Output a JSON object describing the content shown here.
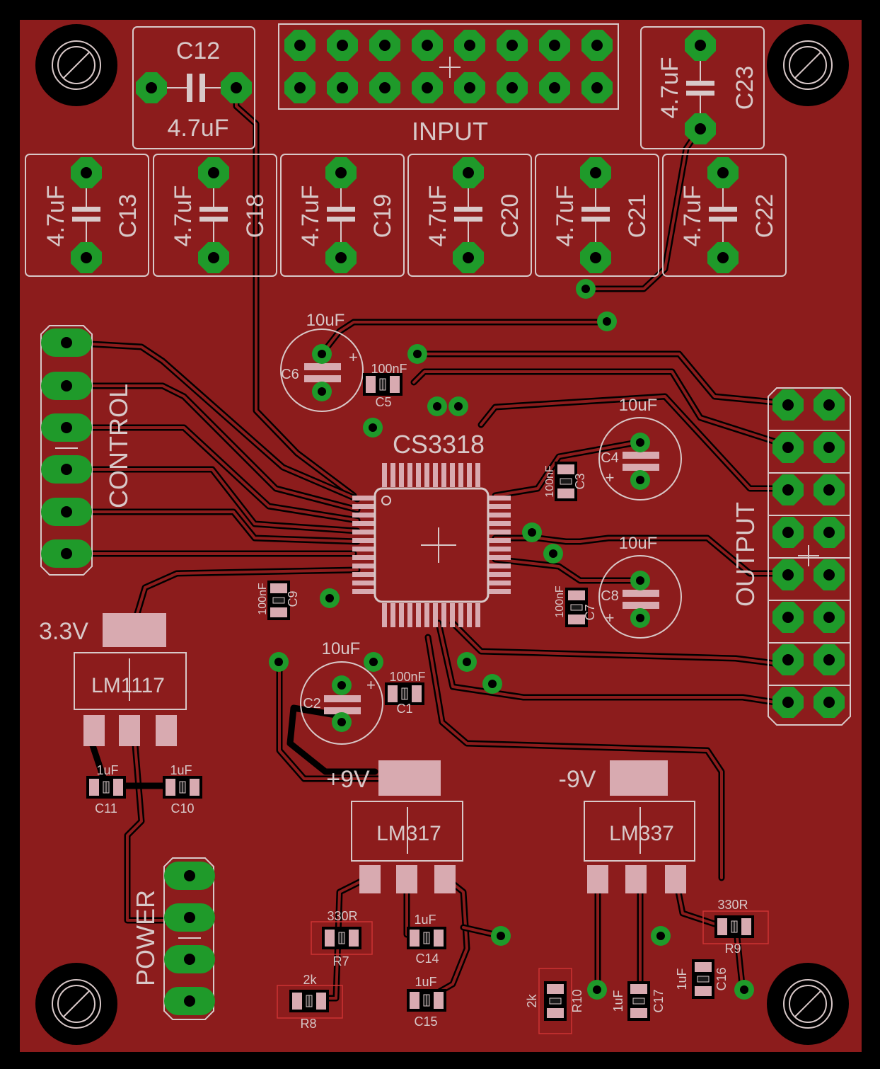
{
  "board": {
    "colors": {
      "copper": "#8c1c1c",
      "trace": "#000000",
      "pad": "#1f9a2a",
      "silk": "#d8c8c8",
      "smd": "#d8aab0",
      "outline": "#000000"
    }
  },
  "connectors": {
    "input": "INPUT",
    "output": "OUTPUT",
    "control": "CONTROL",
    "power": "POWER"
  },
  "ic": {
    "name": "CS3318"
  },
  "regulators": [
    {
      "voltage": "3.3V",
      "part": "LM1117"
    },
    {
      "voltage": "+9V",
      "part": "LM317"
    },
    {
      "voltage": "-9V",
      "part": "LM337"
    }
  ],
  "caps_top": {
    "c12": {
      "name": "C12",
      "value": "4.7uF"
    },
    "c23": {
      "name": "C23",
      "value": "4.7uF"
    },
    "row": [
      {
        "name": "C13",
        "value": "4.7uF"
      },
      {
        "name": "C18",
        "value": "4.7uF"
      },
      {
        "name": "C19",
        "value": "4.7uF"
      },
      {
        "name": "C20",
        "value": "4.7uF"
      },
      {
        "name": "C21",
        "value": "4.7uF"
      },
      {
        "name": "C22",
        "value": "4.7uF"
      }
    ]
  },
  "electrolytics": {
    "c6": {
      "name": "C6",
      "value": "10uF"
    },
    "c4": {
      "name": "C4",
      "value": "10uF"
    },
    "c8": {
      "name": "C8",
      "value": "10uF"
    },
    "c2": {
      "name": "C2",
      "value": "10uF"
    },
    "plus": "+"
  },
  "smd": {
    "c5": {
      "name": "C5",
      "value": "100nF"
    },
    "c3": {
      "name": "C3",
      "value": "100nF"
    },
    "c7": {
      "name": "C7",
      "value": "100nF"
    },
    "c9": {
      "name": "C9",
      "value": "100nF"
    },
    "c1": {
      "name": "C1",
      "value": "100nF"
    },
    "c11": {
      "name": "C11",
      "value": "1uF"
    },
    "c10": {
      "name": "C10",
      "value": "1uF"
    },
    "r7": {
      "name": "R7",
      "value": "330R"
    },
    "c14": {
      "name": "C14",
      "value": "1uF"
    },
    "r8": {
      "name": "R8",
      "value": "2k"
    },
    "c15": {
      "name": "C15",
      "value": "1uF"
    },
    "r9": {
      "name": "R9",
      "value": "330R"
    },
    "r10": {
      "name": "R10",
      "value": "2k"
    },
    "c17": {
      "name": "C17",
      "value": "1uF"
    },
    "c16": {
      "name": "C16",
      "value": "1uF"
    }
  }
}
